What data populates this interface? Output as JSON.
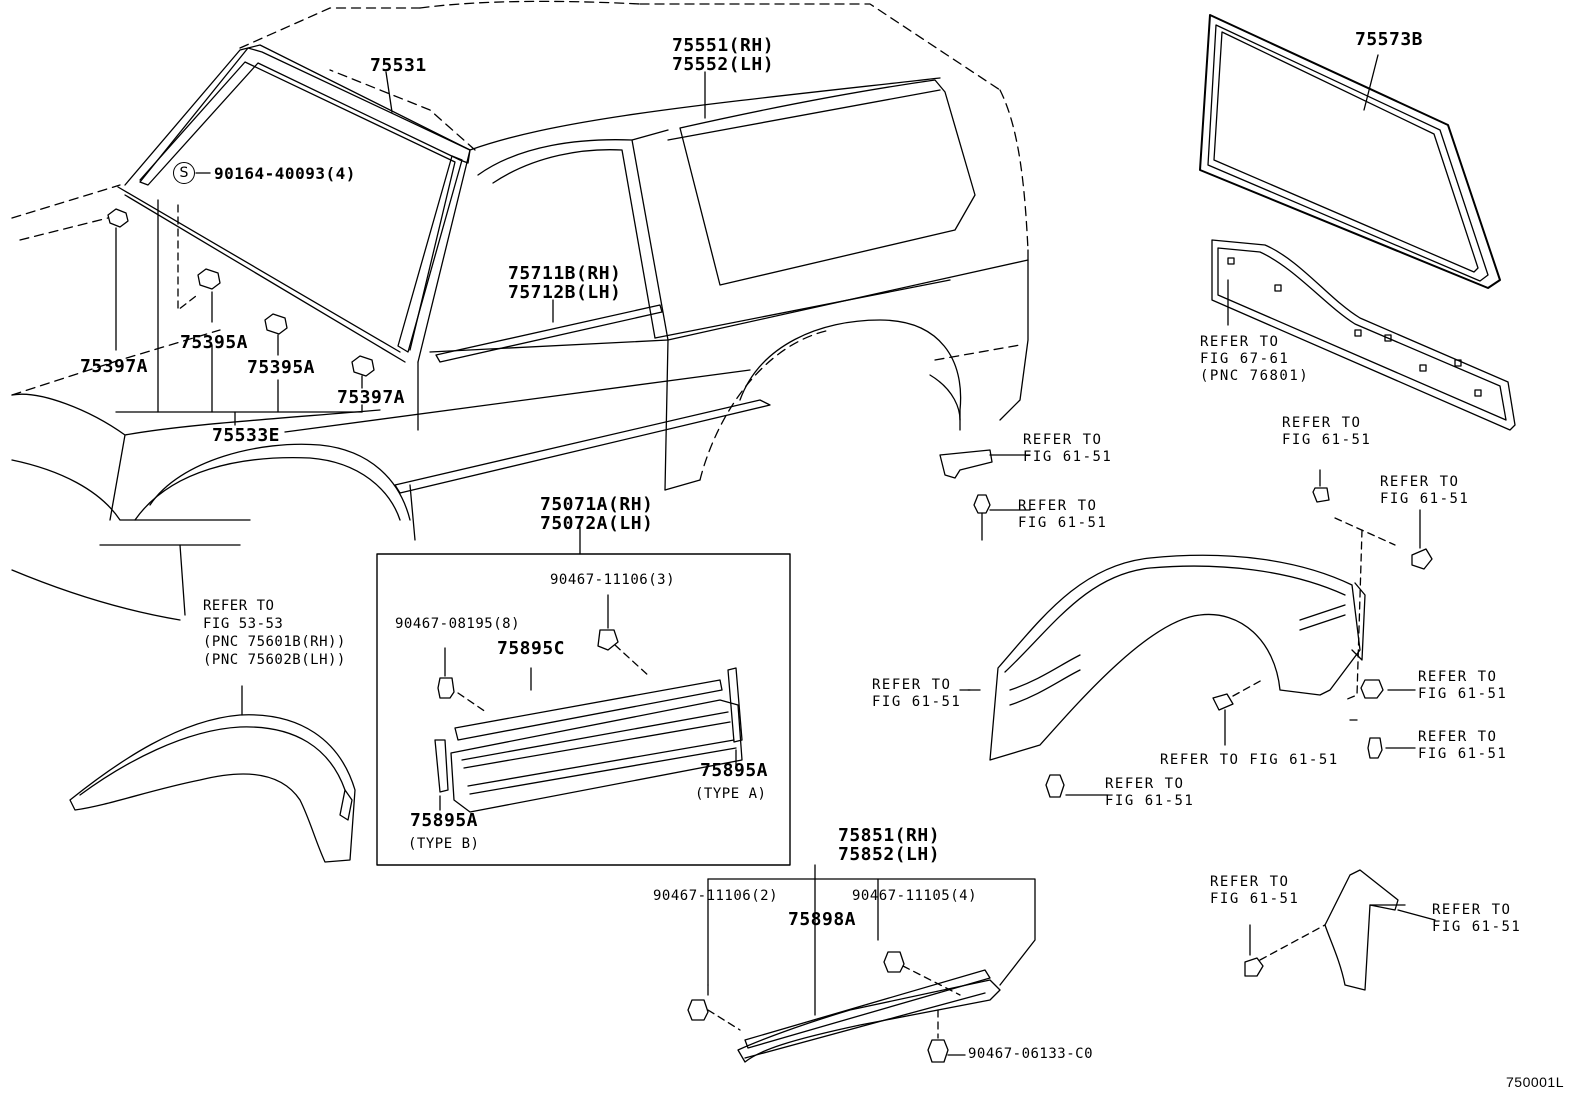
{
  "diagram_id": "750001L",
  "callouts": {
    "p75531": "75531",
    "p75551": [
      "75551(RH)",
      "75552(LH)"
    ],
    "p75573B": "75573B",
    "p90164": "90164-40093(4)",
    "s_mark": "S",
    "p75711B": [
      "75711B(RH)",
      "75712B(LH)"
    ],
    "p75395A_1": "75395A",
    "p75395A_2": "75395A",
    "p75397A_1": "75397A",
    "p75397A_2": "75397A",
    "p75533E": "75533E",
    "p75071A": [
      "75071A(RH)",
      "75072A(LH)"
    ],
    "p90467_11106_3": "90467-11106(3)",
    "p90467_08195": "90467-08195(8)",
    "p75895C": "75895C",
    "p75895A_a": "75895A",
    "type_a": "(TYPE A)",
    "p75895A_b": "75895A",
    "type_b": "(TYPE B)",
    "p75851": [
      "75851(RH)",
      "75852(LH)"
    ],
    "p90467_11106_2": "90467-11106(2)",
    "p90467_11105": "90467-11105(4)",
    "p75898A": "75898A",
    "p90467_06133": "90467-06133-C0"
  },
  "references": {
    "fender_front": [
      "REFER TO",
      "FIG 53-53",
      "(PNC 75601B(RH))",
      "(PNC 75602B(LH))"
    ],
    "glass_back": [
      "REFER TO",
      "FIG 67-61",
      "(PNC 76801)"
    ],
    "bracket_a": [
      "REFER TO",
      "FIG 61-51"
    ],
    "bracket_b": [
      "REFER TO",
      "FIG 61-51"
    ],
    "rear_top": [
      "REFER TO",
      "FIG 61-51"
    ],
    "rear_top_bolt": [
      "REFER TO",
      "FIG 61-51"
    ],
    "flare_left": [
      "REFER TO",
      "FIG 61-51"
    ],
    "flare_mid": "REFER TO FIG 61-51",
    "flare_clip": [
      "REFER TO",
      "FIG 61-51"
    ],
    "flare_right_a": [
      "REFER TO",
      "FIG 61-51"
    ],
    "flare_right_b": [
      "REFER TO",
      "FIG 61-51"
    ],
    "mud_bolt": [
      "REFER TO",
      "FIG 61-51"
    ],
    "mud_flap": [
      "REFER TO",
      "FIG 61-51"
    ]
  }
}
